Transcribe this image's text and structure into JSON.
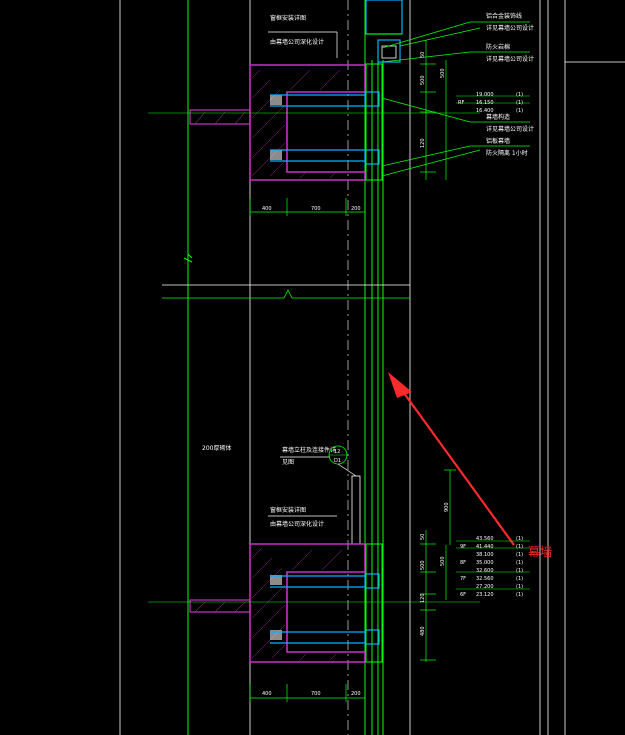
{
  "colors": {
    "background": "#000000",
    "wall": "#c830c8",
    "glass": "#00ff00",
    "frame": "#00b0ff",
    "axis": "#ffffff",
    "dimension": "#ffffff",
    "arrow": "#ff2a2a"
  },
  "labels": {
    "top_note_1": "窗框安装详图",
    "top_note_2": "由幕墙公司深化设计",
    "bottom_note_1": "窗框安装详图",
    "bottom_note_2": "由幕墙公司深化设计",
    "middle_left": "200厚砌体",
    "middle_detail_1": "幕墙立柱及连接件详",
    "middle_detail_2": "见图",
    "callout_num": "12",
    "callout_den": "D1",
    "right_1": "铝合金装饰线",
    "right_2": "详见幕墙公司设计",
    "right_3": "防火岩棉",
    "right_4": "详见幕墙公司设计",
    "right_5": "幕墙构造",
    "right_6": "详见幕墙公司设计",
    "right_7": "铝板幕墙",
    "right_8": "防火隔离 1小时",
    "curtain_wall": "幕墙"
  },
  "dimensions": {
    "top_400": "400",
    "top_700": "700",
    "top_200": "200",
    "bottom_400": "400",
    "bottom_700": "700",
    "bottom_200": "200",
    "v_50": "50",
    "v_500": "500",
    "v_120": "120",
    "v_900": "900",
    "v_50b": "50",
    "v_500b": "500",
    "v_120b": "120",
    "v_480": "480"
  },
  "levels_top": [
    {
      "floor": "",
      "elev": "19.000",
      "note": "(1)"
    },
    {
      "floor": "RF",
      "elev": "16.150",
      "note": "(1)"
    },
    {
      "floor": "",
      "elev": "16.400",
      "note": "(1)"
    }
  ],
  "levels_bottom": [
    {
      "floor": "",
      "elev": "43.560",
      "note": "(1)"
    },
    {
      "floor": "9F",
      "elev": "41.440",
      "note": "(1)"
    },
    {
      "floor": "",
      "elev": "38.100",
      "note": "(1)"
    },
    {
      "floor": "8F",
      "elev": "35.000",
      "note": "(1)"
    },
    {
      "floor": "",
      "elev": "32.600",
      "note": "(1)"
    },
    {
      "floor": "7F",
      "elev": "32.560",
      "note": "(1)"
    },
    {
      "floor": "",
      "elev": "27.200",
      "note": "(1)"
    },
    {
      "floor": "6F",
      "elev": "23.120",
      "note": "(1)"
    }
  ]
}
